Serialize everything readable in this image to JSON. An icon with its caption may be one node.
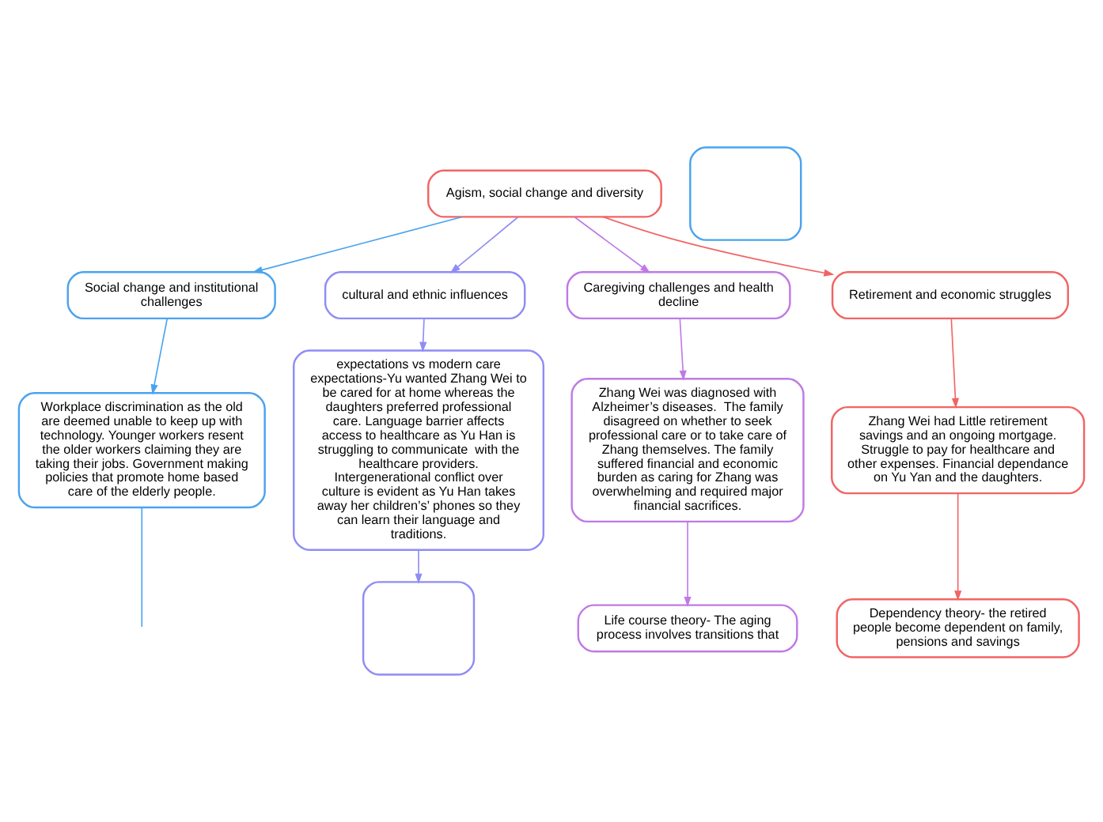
{
  "diagram": {
    "nodes": [
      {
        "text": [
          "Agism, social change and diversity"
        ]
      },
      {
        "text": [
          "Social change and institutional challenges"
        ]
      },
      {
        "text": [
          "Workplace discrimination as the old are deemed unable to keep up with technology. Younger workers resent the older workers claiming they are taking their jobs. Government making policies that promote home based care of the elderly people."
        ]
      },
      {
        "text": [],
        "shape": "box"
      },
      {
        "text": [
          "cultural and ethnic influences"
        ]
      },
      {
        "text": [
          "expectations vs modern care expectations-Yu wanted Zhang Wei to be cared for at home whereas the daughters preferred professional care. Language barrier affects access to healthcare as Yu Han is struggling to communicate  with the healthcare providers. Intergenerational conflict over culture is evident as Yu Han takes away her children’s’ phones so they can learn their language and traditions."
        ]
      },
      {
        "text": [],
        "shape": "box"
      },
      {
        "text": [
          "Caregiving challenges and health decline"
        ]
      },
      {
        "text": [
          "Zhang Wei was diagnosed with Alzheimer’s diseases.  The family disagreed on whether to seek professional care or to take care of Zhang themselves. The family suffered financial and economic burden as caring for Zhang was overwhelming and required major financial sacrifices."
        ]
      },
      {
        "text": [
          "Life course theory- The aging process involves transitions that"
        ]
      },
      {
        "text": [
          "Retirement and economic struggles"
        ]
      },
      {
        "text": [
          "Zhang Wei had Little retirement savings and an ongoing mortgage. Struggle to pay for healthcare and other expenses. Financial dependance on Yu Yan and the daughters."
        ]
      },
      {
        "text": [
          "Dependency theory- the retired people become dependent on family, pensions and savings"
        ]
      }
    ],
    "edges": [
      {
        "from": 0,
        "to": 1,
        "arrow": "to",
        "color": "#4aa3ee"
      },
      {
        "from": 1,
        "to": 2,
        "arrow": "to",
        "color": "#4aa3ee"
      },
      {
        "from": 2,
        "to": null,
        "arrow": "none",
        "color": "#4aa3ee"
      },
      {
        "from": 0,
        "to": 4,
        "arrow": "to",
        "color": "#8f8cf5"
      },
      {
        "from": 4,
        "to": 5,
        "arrow": "to",
        "color": "#8f8cf5"
      },
      {
        "from": 5,
        "to": 6,
        "arrow": "to",
        "color": "#8f8cf5"
      },
      {
        "from": 0,
        "to": 7,
        "arrow": "to",
        "color": "#bf7ae6"
      },
      {
        "from": 7,
        "to": 8,
        "arrow": "to",
        "color": "#bf7ae6"
      },
      {
        "from": 8,
        "to": 9,
        "arrow": "to",
        "color": "#bf7ae6"
      },
      {
        "from": 0,
        "to": 10,
        "arrow": "to",
        "color": "#f26464"
      },
      {
        "from": 10,
        "to": 11,
        "arrow": "to",
        "color": "#f26464"
      },
      {
        "from": 11,
        "to": 12,
        "arrow": "to",
        "color": "#f26464"
      }
    ]
  }
}
